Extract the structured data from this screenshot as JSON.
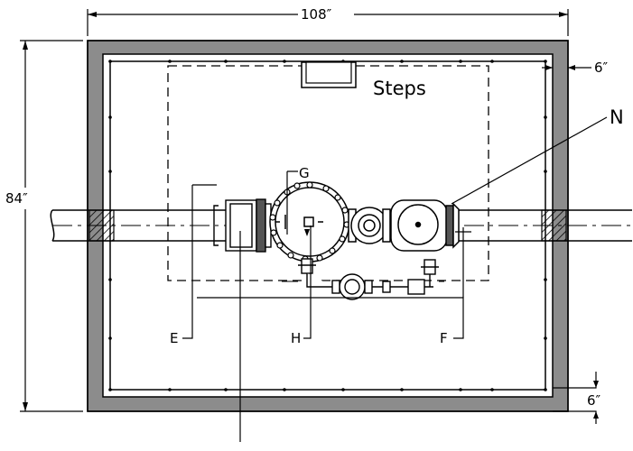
{
  "dimensions": {
    "width_label": "108″",
    "height_label": "84″",
    "wall_top_label": "6″",
    "wall_bottom_label": "6″"
  },
  "labels": {
    "steps": "Steps",
    "g": "G",
    "e": "E",
    "h": "H",
    "f": "F",
    "n": "N"
  },
  "colors": {
    "wall": "#8c8c8c",
    "line": "#000000",
    "pipe_hatch": "#000000"
  }
}
